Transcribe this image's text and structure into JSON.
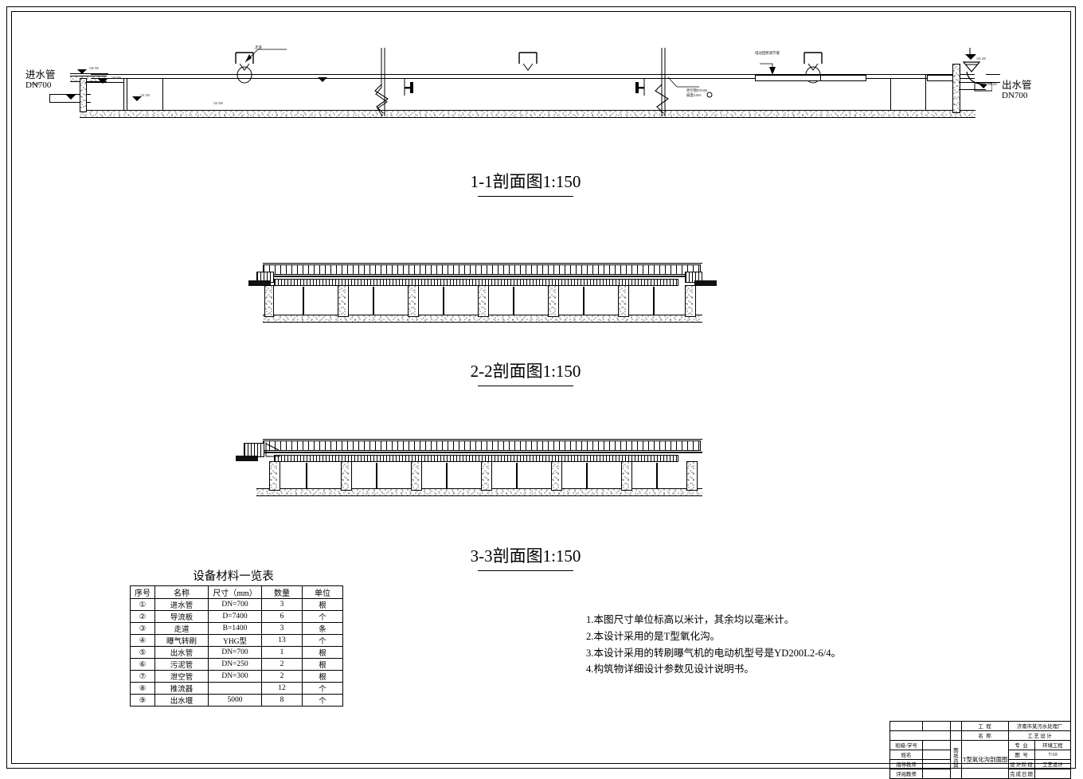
{
  "drawing": {
    "sheet_title": "T型氧化沟剖面图",
    "project_name_label": "工 程\n名 称",
    "project_name_line1": "济南市某污水处理厂",
    "project_name_line2": "工 艺 设 计"
  },
  "sections": [
    {
      "id": "sec-1-1",
      "title": "1-1剖面图1:150"
    },
    {
      "id": "sec-2-2",
      "title": "2-2剖面图1:150"
    },
    {
      "id": "sec-3-3",
      "title": "3-3剖面图1:150"
    }
  ],
  "plan_labels": {
    "inlet_pipe": "进水管",
    "inlet_pipe_dn": "DN700",
    "outlet_pipe": "出水管",
    "outlet_pipe_dn": "DN700",
    "walkway": "走道",
    "weir": "电动回转调节堰",
    "drain_pipe": "泄空管DN300",
    "drain_slope": "坡度0.005",
    "elev_a": "105.000",
    "elev_b": "104.700",
    "elev_c": "104.500",
    "elev_d": "101.700",
    "elev_e": "101.500",
    "elev_f": "105.100",
    "elev_g": "104.200"
  },
  "material_table": {
    "title": "设备材料一览表",
    "headers": [
      "序号",
      "名称",
      "尺寸（mm）",
      "数量",
      "单位"
    ],
    "rows": [
      {
        "no": "①",
        "name": "进水管",
        "size": "DN=700",
        "qty": "3",
        "unit": "根"
      },
      {
        "no": "②",
        "name": "导流板",
        "size": "D=7400",
        "qty": "6",
        "unit": "个"
      },
      {
        "no": "③",
        "name": "走道",
        "size": "B=1400",
        "qty": "3",
        "unit": "条"
      },
      {
        "no": "④",
        "name": "曝气转刷",
        "size": "YHG型",
        "qty": "13",
        "unit": "个"
      },
      {
        "no": "⑤",
        "name": "出水管",
        "size": "DN=700",
        "qty": "1",
        "unit": "根"
      },
      {
        "no": "⑥",
        "name": "污泥管",
        "size": "DN=250",
        "qty": "2",
        "unit": "根"
      },
      {
        "no": "⑦",
        "name": "泄空管",
        "size": "DN=300",
        "qty": "2",
        "unit": "根"
      },
      {
        "no": "⑧",
        "name": "推流器",
        "size": "",
        "qty": "12",
        "unit": "个"
      },
      {
        "no": "⑨",
        "name": "出水堰",
        "size": "5000",
        "qty": "8",
        "unit": "个"
      }
    ]
  },
  "notes": [
    "1.本图尺寸单位标高以米计，其余均以毫米计。",
    "2.本设计采用的是T型氧化沟。",
    "3.本设计采用的转刷曝气机的电动机型号是YD200L2-6/4。",
    "4.构筑物详细设计参数见设计说明书。"
  ],
  "title_block": {
    "left_fields": [
      {
        "label": "班级-学号",
        "value": ""
      },
      {
        "label": "姓名",
        "value": ""
      },
      {
        "label": "指导教师",
        "value": ""
      },
      {
        "label": "评阅教师",
        "value": ""
      }
    ],
    "content_label_chars": [
      "图",
      "纸",
      "内",
      "容"
    ],
    "content_value": "T型氧化沟剖面图",
    "project_label_1": "工  程",
    "project_label_2": "名  称",
    "project_value_1": "济南市某污水处理厂",
    "project_value_2": "工  艺  设  计",
    "right_fields": [
      {
        "label": "专  业",
        "value": "环境工程"
      },
      {
        "label": "图  号",
        "value": "7/10"
      },
      {
        "label": "设计阶段",
        "value": "工艺设计"
      },
      {
        "label": "完成日期",
        "value": ""
      }
    ]
  }
}
